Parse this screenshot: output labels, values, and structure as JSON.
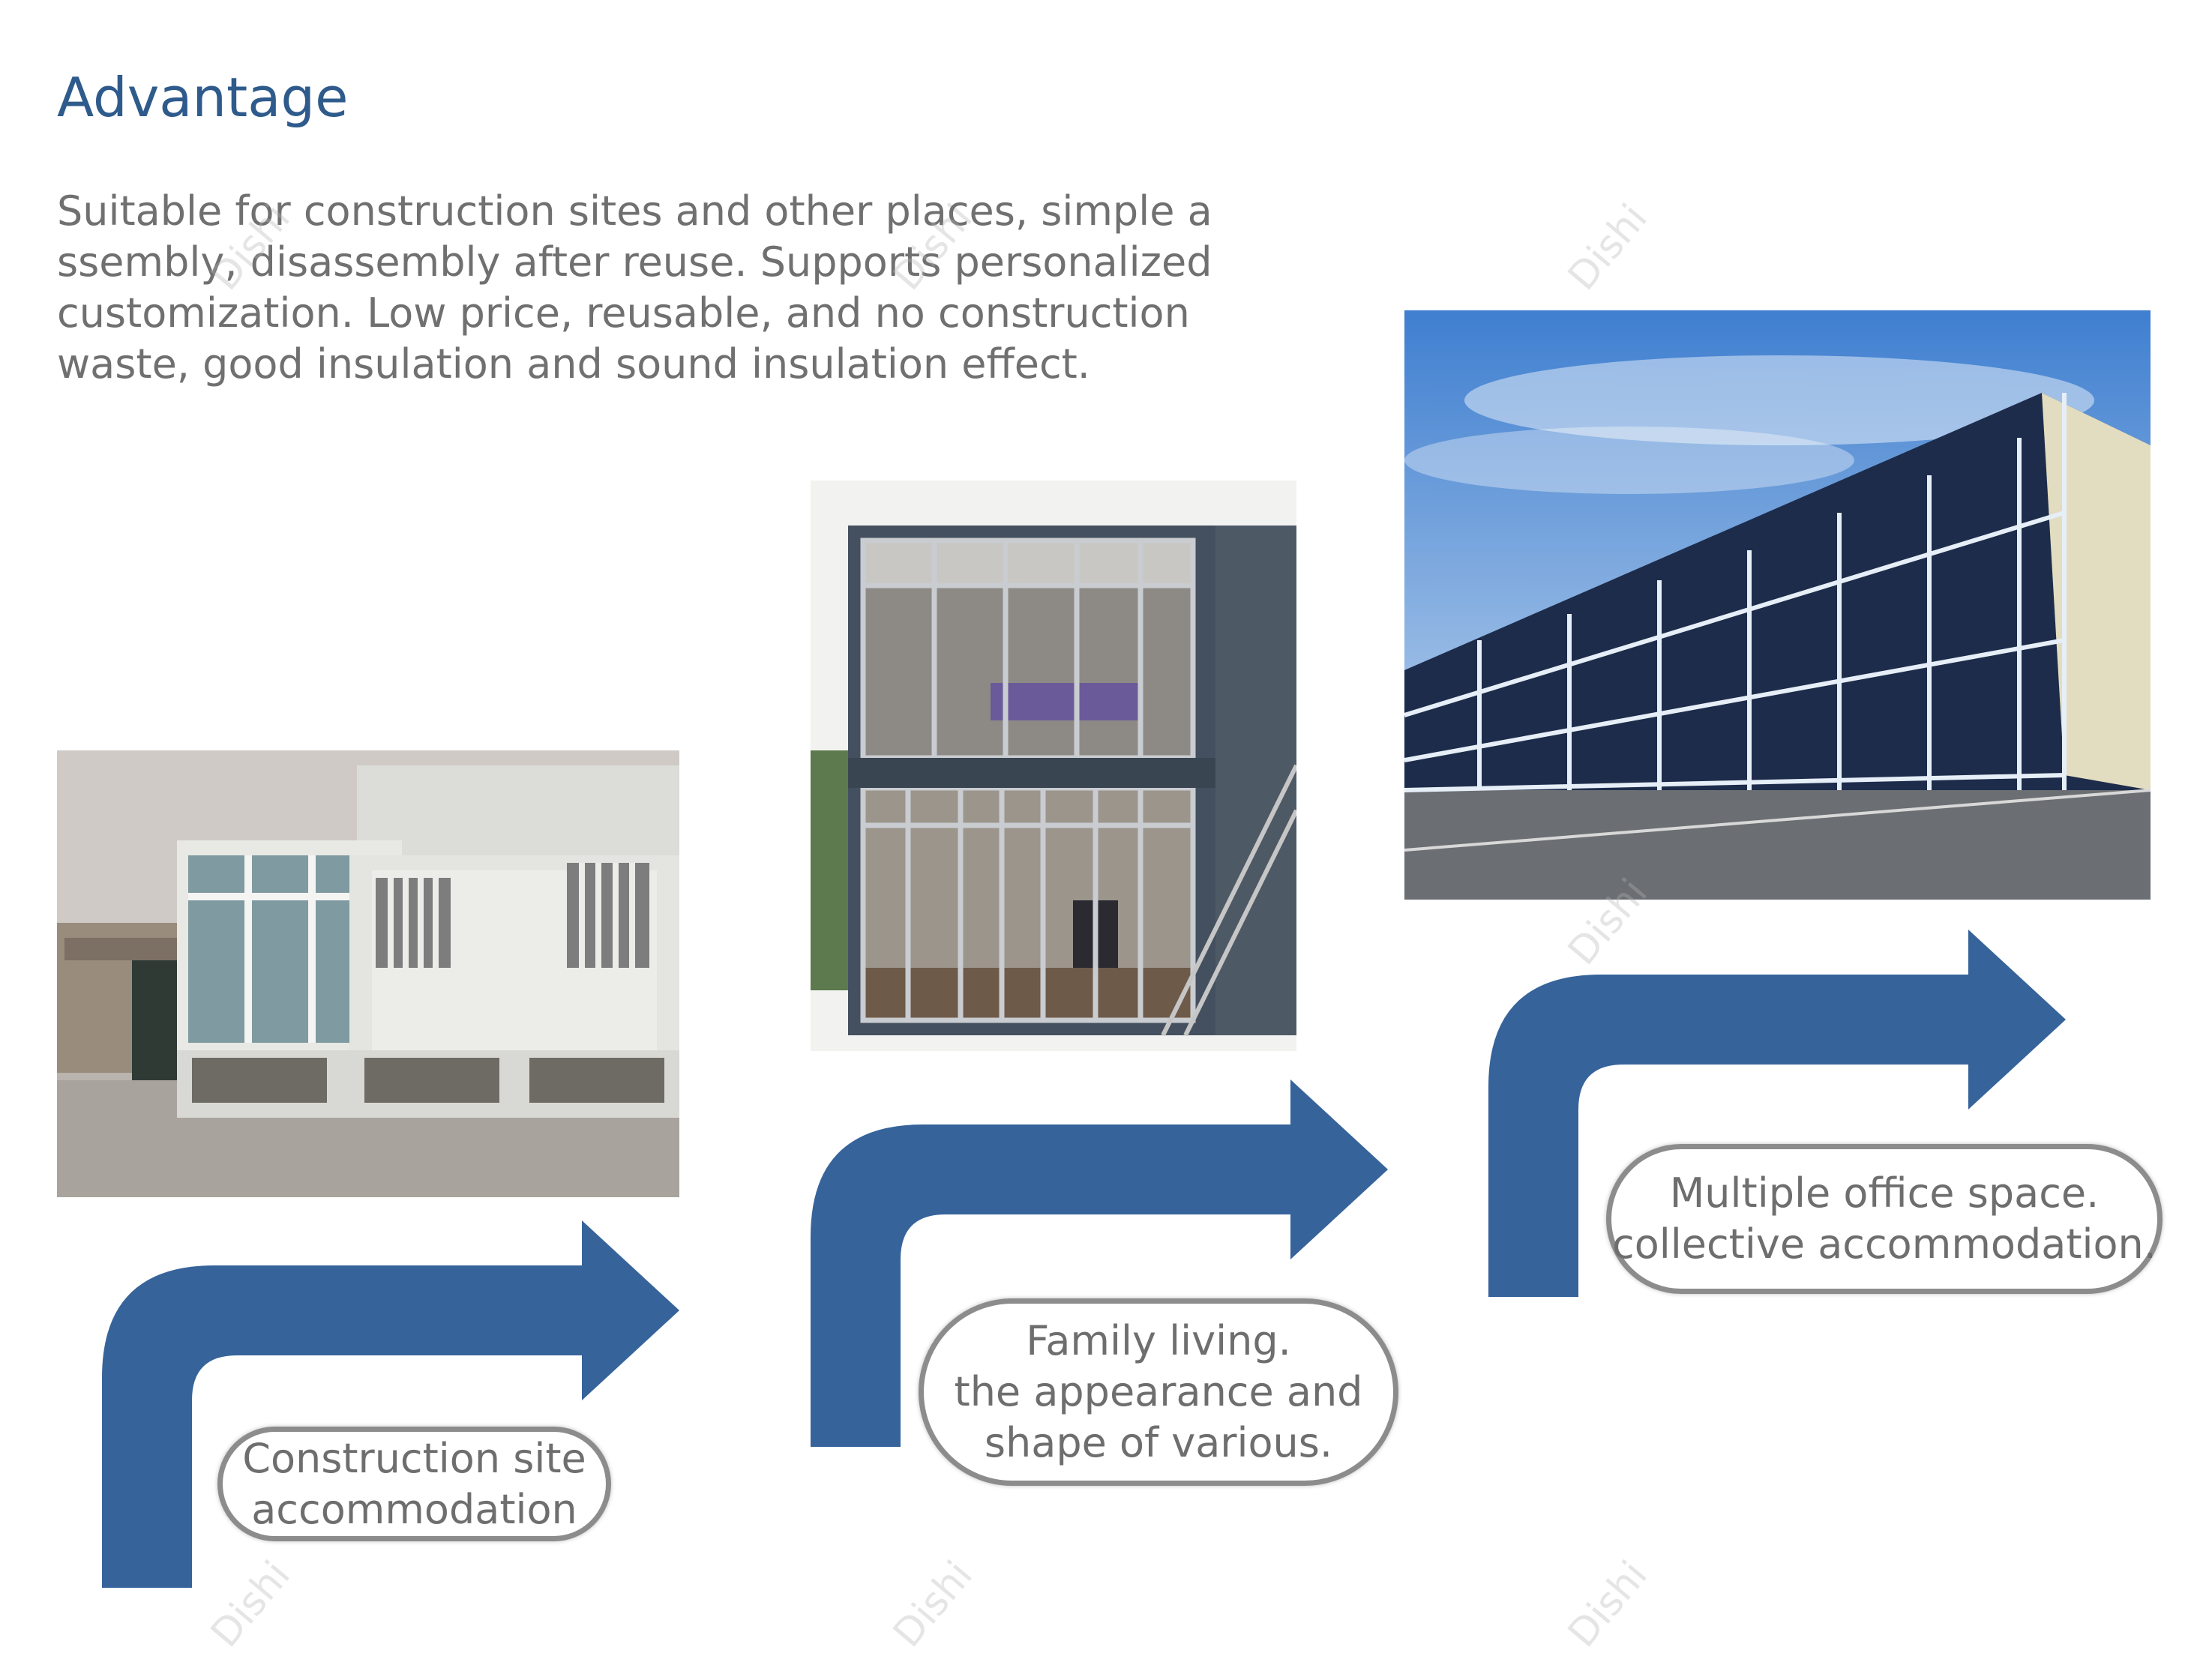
{
  "title": "Advantage",
  "description": {
    "lines": [
      "Suitable for construction sites and other places, simple a",
      "ssembly, disassembly after reuse. Supports personalized",
      "customization. Low price, reusable, and no construction",
      "waste, good insulation and sound insulation effect."
    ]
  },
  "steps": [
    {
      "lines": [
        "Construction site",
        "accommodation"
      ]
    },
    {
      "lines": [
        "Family living.",
        "the appearance and",
        "shape of various."
      ]
    },
    {
      "lines": [
        "Multiple office space.",
        "collective accommodation."
      ]
    }
  ],
  "watermark": "Dishi",
  "colors": {
    "title": "#2e5b8c",
    "arrow": "#36639a",
    "text": "#707070",
    "pill_border": "#8c8c8c"
  }
}
